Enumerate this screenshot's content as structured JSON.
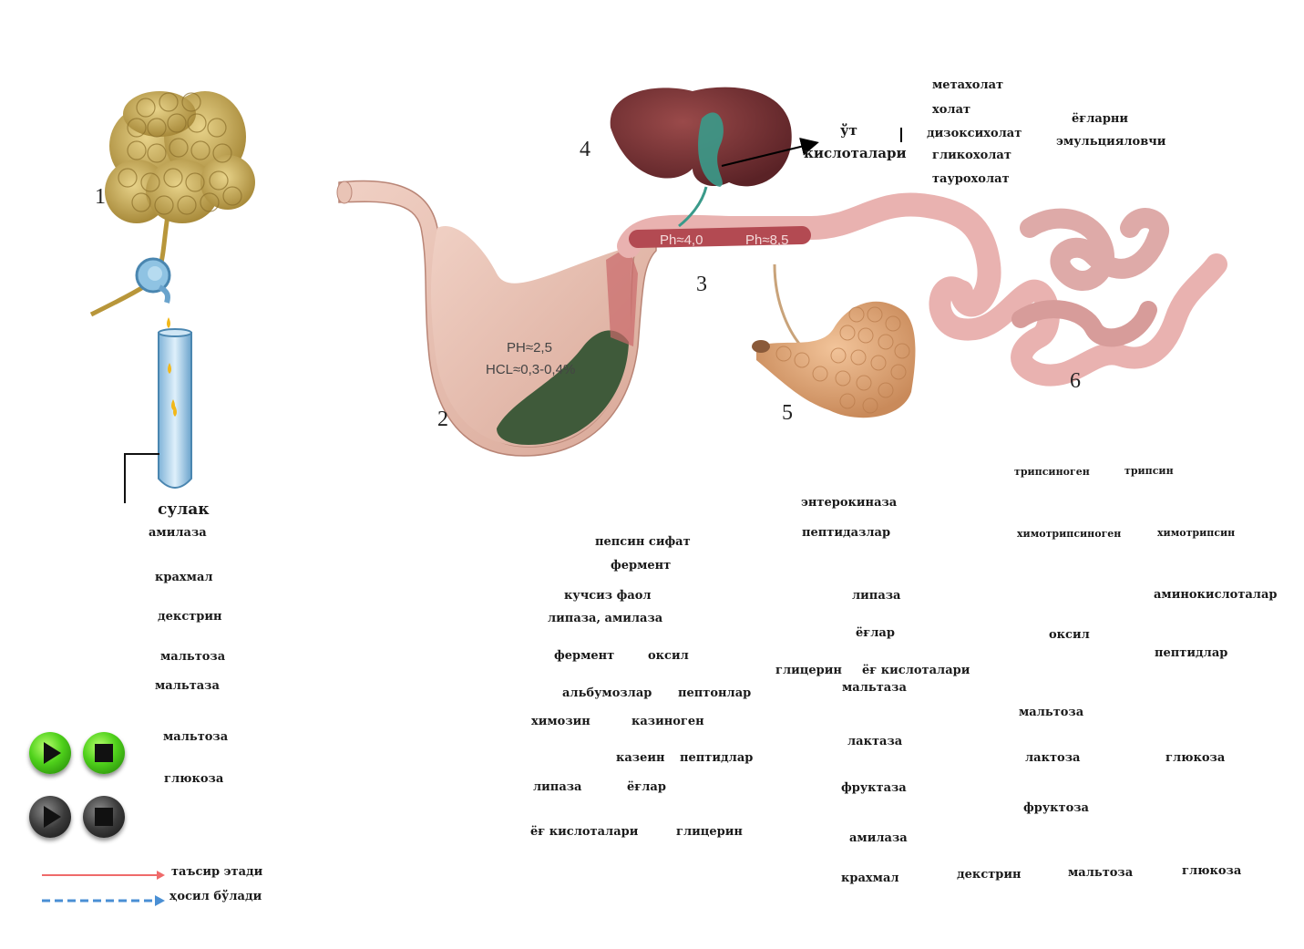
{
  "colors": {
    "acts_on_arrow": "#ef6a6a",
    "forms_arrow": "#4a8fd4"
  },
  "organ_numbers": [
    "1",
    "2",
    "3",
    "4",
    "5",
    "6"
  ],
  "stomach": {
    "ph": "PH≈2,5",
    "hcl": "HCL≈0,3-0,4%"
  },
  "duodenum": {
    "ph_left": "Ph≈4,0",
    "ph_right": "Ph≈8,5"
  },
  "bile": {
    "acids_line1": "ўт",
    "acids_line2": "кислоталари",
    "types": [
      "метахолат",
      "холат",
      "дизоксихолат",
      "гликохолат",
      "таурохолат"
    ],
    "emulsifier_line1": "ёғларни",
    "emulsifier_line2": "эмульцияловчи"
  },
  "saliva": {
    "title": "сулак",
    "items": [
      "амилаза",
      "крахмал",
      "декстрин",
      "мальтоза",
      "мальтаза",
      "мальтоза",
      "глюкоза"
    ]
  },
  "gastric": {
    "pepsin_1": "пепсин сифат",
    "pepsin_2": "фермент",
    "weak_1": "кучсиз фаол",
    "weak_2": "липаза, амилаза",
    "enzyme": "фермент",
    "protein": "оксил",
    "albumoses": "альбумозлар",
    "peptones": "пептонлар",
    "chymosin": "химозин",
    "caseinogen": "казиноген",
    "casein": "казеин",
    "peptides": "пептидлар",
    "lipase": "липаза",
    "fats": "ёғлар",
    "fatty_acids": "ёғ кислоталари",
    "glycerol": "глицерин"
  },
  "intestinal": {
    "enterokinase": "энтерокиназа",
    "peptidases": "пептидазлар",
    "lipase": "липаза",
    "fats": "ёғлар",
    "glycerol": "глицерин",
    "fatty_acids": "ёғ кислоталари",
    "maltase": "мальтаза",
    "lactase": "лактаза",
    "fructase": "фруктаза",
    "amylase": "амилаза",
    "starch": "крахмал",
    "dextrin": "декстрин",
    "maltose": "мальтоза",
    "glucose": "глюкоза"
  },
  "pancreatic": {
    "trypsinogen": "трипсиноген",
    "trypsin": "трипсин",
    "chymotrypsinogen": "химотрипсиноген",
    "chymotrypsin": "химотрипсин",
    "amino_acids": "аминокислоталар",
    "protein": "оксил",
    "peptides": "пептидлар",
    "maltose": "мальтоза",
    "lactose": "лактоза",
    "glucose": "глюкоза",
    "fructose": "фруктоза"
  },
  "legend": {
    "acts_on": "таъсир этади",
    "forms": "ҳосил бўлади"
  },
  "controls": {
    "play_icon": "play-icon",
    "stop_icon": "stop-icon"
  }
}
